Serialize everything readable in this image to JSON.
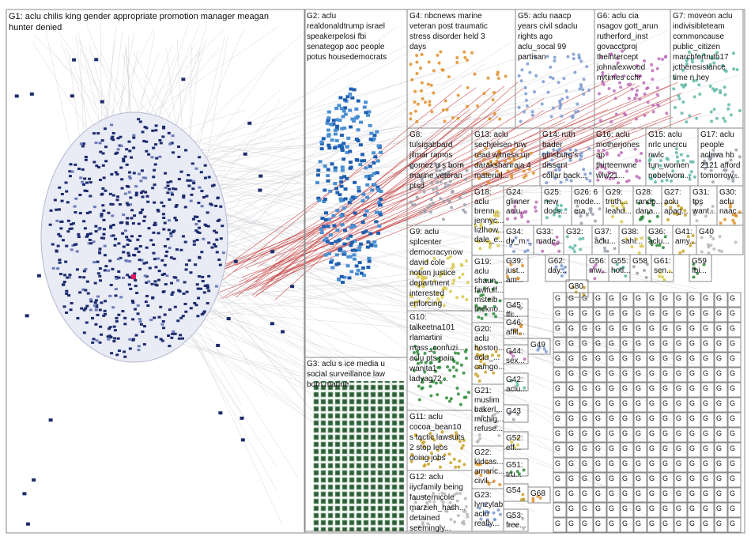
{
  "groups": [
    {
      "id": "g1",
      "lines": [
        "G1: aclu chilis king gender appropriate promotion manager meagan",
        "hunter denied"
      ]
    },
    {
      "id": "g2",
      "lines": [
        "G2: aclu",
        "realdonaldtrump israel",
        "speakerpelosi fbi",
        "senategop aoc people",
        "potus housedemocrats"
      ]
    },
    {
      "id": "g3",
      "lines": [
        "G3: aclu s ice media u",
        "social surveillance law",
        "born marine"
      ]
    },
    {
      "id": "g4",
      "lines": [
        "G4: nbcnews marine",
        "veteran post traumatic",
        "stress disorder held 3",
        "days"
      ]
    },
    {
      "id": "g5",
      "lines": [
        "G5: aclu naacp",
        "years civil sdaclu",
        "rights ago",
        "aclu_socal 99",
        "partisan"
      ]
    },
    {
      "id": "g6",
      "lines": [
        "G6: aclu cia",
        "nsagov gott_arun",
        "rutherford_inst",
        "govacctproj",
        "theintercept",
        "johnalexwood",
        "nytimes cchr"
      ]
    },
    {
      "id": "g7",
      "lines": [
        "G7: moveon aclu",
        "indivisibleteam",
        "commoncause",
        "public_citizen",
        "marchfortruth17",
        "jctheresistance",
        "time n hey"
      ]
    },
    {
      "id": "g8",
      "lines": [
        "G8:",
        "tulsigabbard",
        "jilmar ramos",
        "gomez u s born",
        "marine veteran",
        "ptsd"
      ]
    },
    {
      "id": "g9",
      "lines": [
        "G9: aclu",
        "splcenter",
        "democracynow",
        "david cole",
        "notion justice",
        "department",
        "interested",
        "enforcing"
      ]
    },
    {
      "id": "g10",
      "lines": [
        "G10:",
        "talkeetna101",
        "rlamartini",
        "mass_confuzi...",
        "aclu pts pain",
        "wanita1",
        "ladyag72..."
      ]
    },
    {
      "id": "g11",
      "lines": [
        "G11: aclu",
        "cocoa_bean10",
        "s tactic lawsuits",
        "2 stop leos",
        "doing jobs"
      ]
    },
    {
      "id": "g12",
      "lines": [
        "G12: aclu",
        "iiycfamily being",
        "fausternicole",
        "marzieh_hash...",
        "detained",
        "seemingly..."
      ]
    },
    {
      "id": "g13",
      "lines": [
        "G13: aclu",
        "sechjelsen hrw",
        "read witness up",
        "darakshanraja 4",
        "material..."
      ]
    },
    {
      "id": "g14",
      "lines": [
        "G14: ruth",
        "bader",
        "ginsburg's",
        "dissent",
        "collar back..."
      ]
    },
    {
      "id": "g15",
      "lines": [
        "G15: aclu",
        "nrlc uncrcu",
        "nwlc",
        "tun_women",
        "nobelwom..."
      ]
    },
    {
      "id": "g16",
      "lines": [
        "G16: aclu",
        "motherjones",
        "ap",
        "thirteenwne",
        "wlw21..."
      ]
    },
    {
      "id": "g17",
      "lines": [
        "G17: aclu",
        "people",
        "acluva hb",
        "2121 afford",
        "tomorrow..."
      ]
    },
    {
      "id": "g18",
      "lines": [
        "G18:",
        "aclu",
        "brenn...",
        "jennyc...",
        "lizlhow...",
        "dale_e..."
      ]
    },
    {
      "id": "g19",
      "lines": [
        "G19:",
        "aclu",
        "shaun...",
        "fawfulf...",
        "msteib",
        "thekno..."
      ]
    },
    {
      "id": "g20",
      "lines": [
        "G20:",
        "aclu",
        "boston...",
        "aclu_...",
        "camgo..."
      ]
    },
    {
      "id": "g21",
      "lines": [
        "G21:",
        "muslim",
        "bakerl...",
        "michig...",
        "refuse..."
      ]
    },
    {
      "id": "g22",
      "lines": [
        "G22:",
        "kidcas...",
        "americ...",
        "civil..."
      ]
    },
    {
      "id": "g23",
      "lines": [
        "G23:",
        "lynzylab",
        "aclu",
        "really..."
      ]
    },
    {
      "id": "g24",
      "lines": [
        "G24:",
        "glinner",
        "aclu..."
      ]
    },
    {
      "id": "g25",
      "lines": [
        "G25:",
        "new",
        "docs..."
      ]
    },
    {
      "id": "g26",
      "lines": [
        "G26: 6",
        "mode...",
        "era..."
      ]
    },
    {
      "id": "g27",
      "lines": [
        "G27:",
        "aclu",
        "apag..."
      ]
    },
    {
      "id": "g28",
      "lines": [
        "G28:",
        "randp...",
        "dana..."
      ]
    },
    {
      "id": "g29",
      "lines": [
        "G29:",
        "truth...",
        "leahd..."
      ]
    },
    {
      "id": "g30",
      "lines": [
        "G30:",
        "aclu",
        "naac..."
      ]
    },
    {
      "id": "g31",
      "lines": [
        "G31:",
        "tps",
        "want..."
      ]
    },
    {
      "id": "g32",
      "lines": [
        "G32:"
      ]
    },
    {
      "id": "g33",
      "lines": [
        "G33:",
        "made..."
      ]
    },
    {
      "id": "g34",
      "lines": [
        "G34:",
        "dy_m..."
      ]
    },
    {
      "id": "g36",
      "lines": [
        "G36:",
        "aclu..."
      ]
    },
    {
      "id": "g37",
      "lines": [
        "G37:",
        "aclu..."
      ]
    },
    {
      "id": "g38",
      "lines": [
        "G38:",
        "sahi..."
      ]
    },
    {
      "id": "g39",
      "lines": [
        "G39:",
        "just...",
        "am..."
      ]
    },
    {
      "id": "g40",
      "lines": [
        "G40"
      ]
    },
    {
      "id": "g41",
      "lines": [
        "G41:",
        "amy..."
      ]
    },
    {
      "id": "g42",
      "lines": [
        "G42:",
        "aclu..."
      ]
    },
    {
      "id": "g43",
      "lines": [
        "G43"
      ]
    },
    {
      "id": "g44",
      "lines": [
        "G44:",
        "sex..."
      ]
    },
    {
      "id": "g45",
      "lines": [
        "G45:",
        "ffi..."
      ]
    },
    {
      "id": "g46",
      "lines": [
        "G46:",
        "affil..."
      ]
    },
    {
      "id": "g49",
      "lines": [
        "G49"
      ]
    },
    {
      "id": "g51",
      "lines": [
        "G51:",
        "tru..."
      ]
    },
    {
      "id": "g52",
      "lines": [
        "G52:",
        "eff..."
      ]
    },
    {
      "id": "g53",
      "lines": [
        "G53:",
        "free..."
      ]
    },
    {
      "id": "g54",
      "lines": [
        "G54"
      ]
    },
    {
      "id": "g55",
      "lines": [
        "G55:",
        "hotl..."
      ]
    },
    {
      "id": "g56",
      "lines": [
        "G56:",
        "mw..."
      ]
    },
    {
      "id": "g58",
      "lines": [
        "G58"
      ]
    },
    {
      "id": "g59",
      "lines": [
        "G59",
        "fbi..."
      ]
    },
    {
      "id": "g61",
      "lines": [
        "G61:",
        "sen..."
      ]
    },
    {
      "id": "g62",
      "lines": [
        "G62:",
        "day..."
      ]
    },
    {
      "id": "g68",
      "lines": [
        "G68"
      ]
    },
    {
      "id": "g80",
      "lines": [
        "G80"
      ]
    }
  ]
}
